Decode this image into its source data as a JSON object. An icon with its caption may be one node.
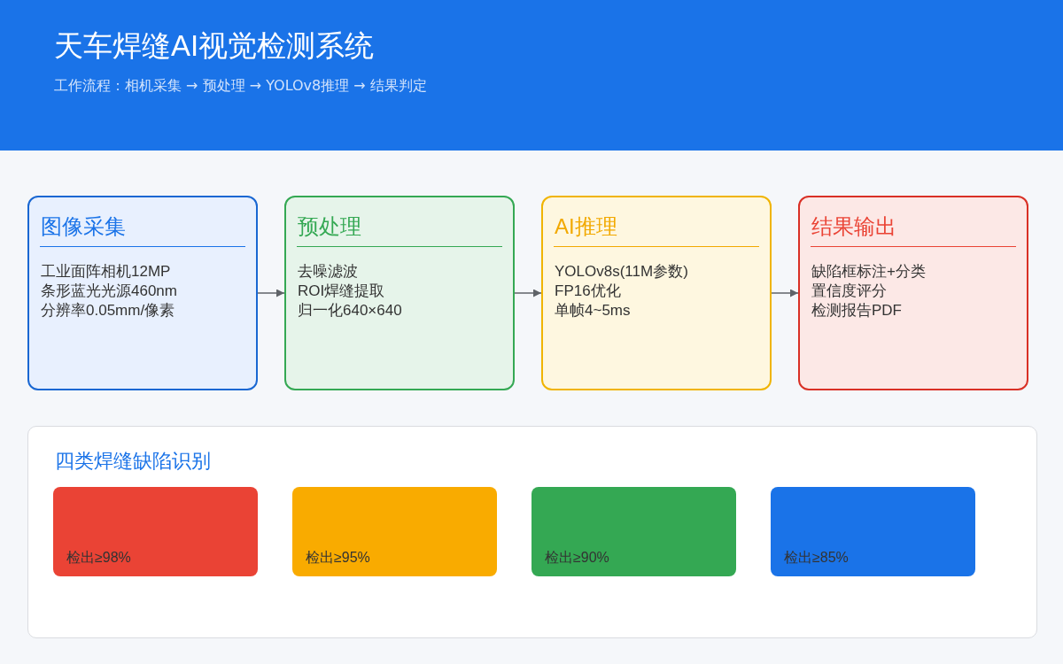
{
  "diagram": {
    "title": "天车焊缝AI视觉检测系统",
    "nodes": [
      {
        "text": [
          "图像采集",
          "工业面阵相机12MP",
          "条形蓝光光源460nm",
          "分辨率0.05mm/像素"
        ]
      },
      {
        "text": [
          "预处理",
          "去噪滤波",
          "ROI焊缝提取",
          "归一化640×640"
        ]
      },
      {
        "text": [
          "AI推理",
          "YOLOv8s(11M参数)",
          "FP16优化",
          "单帧4~5ms"
        ]
      },
      {
        "text": [
          "结果输出",
          "缺陷框标注+分类",
          "置信度评分",
          "检测报告PDF"
        ]
      },
      {
        "text": [
          "四类焊缝缺陷识别"
        ]
      },
      {
        "text": [
          "检出≥98%"
        ],
        "in": 4
      },
      {
        "text": [
          "检出≥95%"
        ],
        "in": 4
      },
      {
        "text": [
          "检出≥90%"
        ],
        "in": 4
      },
      {
        "text": [
          "检出≥85%"
        ],
        "in": 4
      }
    ],
    "edges": [
      {
        "from": 0,
        "to": 1,
        "arrow": "to"
      },
      {
        "from": 1,
        "to": 2,
        "arrow": "to"
      },
      {
        "from": 2,
        "to": 3,
        "arrow": "to"
      }
    ],
    "labels": [
      "工作流程：相机采集 → 预处理 → YOLOv8推理 → 结果判定"
    ]
  }
}
